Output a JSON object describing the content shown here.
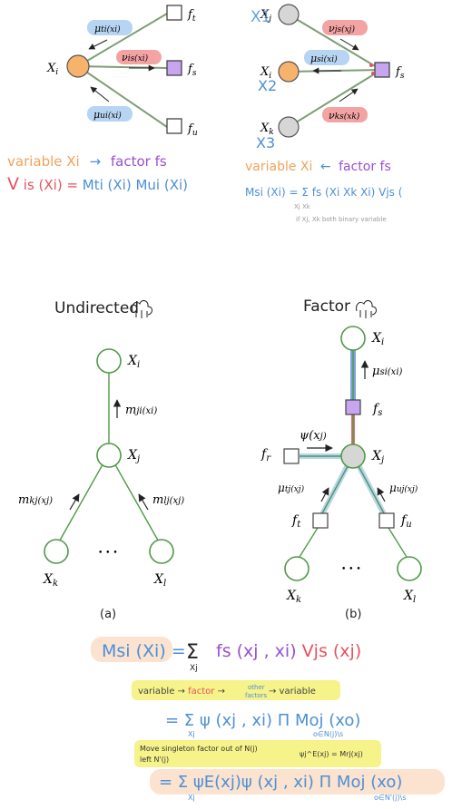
{
  "colors": {
    "orange": "#f7b26b",
    "purple": "#c7a6ef",
    "gray_node": "#d6d6d6",
    "green_edge": "#7e9e74",
    "green_node": "#4f9a47",
    "blue_pill": "#b7d4f2",
    "red_pill": "#f4a3a3",
    "hl_orange": "#fbe3cf",
    "hl_yellow": "#f6f38a",
    "ink_orange": "#f0a35a",
    "ink_red": "#e5525f",
    "ink_purple": "#9a4fd0",
    "ink_blue": "#4d8fd6",
    "ink_gray": "#9a9a9a"
  },
  "top_left": {
    "node_xi": "X",
    "node_xi_sub": "i",
    "ft": "f",
    "ft_sub": "t",
    "fs": "f",
    "fs_sub": "s",
    "fu": "f",
    "fu_sub": "u",
    "msg_ti": "μ",
    "msg_ti_arg": "ti(xi)",
    "msg_is": "ν",
    "msg_is_arg": "is(xi)",
    "msg_ui": "μ",
    "msg_ui_arg": "ui(xi)",
    "note_line1_a": "variable Xi",
    "note_line1_arrow": "→",
    "note_line1_b": "factor fs",
    "note_line2_a": "V",
    "note_line2_b": "is (Xi) = ",
    "note_line2_c": "Mti (Xi) Mui (Xi)"
  },
  "top_right": {
    "xj_label": "X",
    "xj_sub": "j",
    "xi_label": "X",
    "xi_sub": "i",
    "xk_label": "X",
    "xk_sub": "k",
    "fs": "f",
    "fs_sub": "s",
    "msg_js": "ν",
    "msg_js_arg": "js(xj)",
    "msg_si": "μ",
    "msg_si_arg": "si(xi)",
    "msg_ks": "ν",
    "msg_ks_arg": "ks(xk)",
    "hand_x1": "X1",
    "hand_x2": "X2",
    "hand_x3": "X3",
    "note_line1_a": "variable Xi",
    "note_line1_arrow": "←",
    "note_line1_b": "factor fs",
    "note_line2": "Msi (Xi) = Σ fs (Xi Xk Xi) Vjs (",
    "note_line2_under": "Xj Xk",
    "note_line3": "if Xj, Xk both binary variable"
  },
  "panel_a": {
    "heading": "Undirected",
    "xi": "X",
    "xi_sub": "i",
    "xj": "X",
    "xj_sub": "j",
    "xk": "X",
    "xk_sub": "k",
    "xl": "X",
    "xl_sub": "l",
    "m_ji": "m",
    "m_ji_arg": "ji(xi)",
    "m_kj": "m",
    "m_kj_arg": "kj(xj)",
    "m_lj": "m",
    "m_lj_arg": "lj(xj)",
    "dots": "• • •",
    "caption": "(a)"
  },
  "panel_b": {
    "heading": "Factor",
    "xi": "X",
    "xi_sub": "i",
    "fs": "f",
    "fs_sub": "s",
    "xj": "X",
    "xj_sub": "j",
    "fr": "f",
    "fr_sub": "r",
    "ft": "f",
    "ft_sub": "t",
    "fu": "f",
    "fu_sub": "u",
    "xk": "X",
    "xk_sub": "k",
    "xl": "X",
    "xl_sub": "l",
    "mu_si": "μ",
    "mu_si_arg": "si(xi)",
    "psi": "ψ(x",
    "psi_arg": "j)",
    "mu_tj": "μ",
    "mu_tj_arg": "tj(xj)",
    "mu_uj": "μ",
    "mu_uj_arg": "uj(xj)",
    "dots": "• • •",
    "caption": "(b)"
  },
  "derivation": {
    "eq1_lhs": "Msi (Xi) = ",
    "eq1_sum": "Σ",
    "eq1_sum_under": "Xj",
    "eq1_rhs_a": "fs (xj , xi) ",
    "eq1_rhs_b": "Vjs (xj)",
    "hl1_a": "variable → ",
    "hl1_b": "factor",
    "hl1_c": " → ",
    "hl1_other_1": "other",
    "hl1_other_2": "factors",
    "hl1_d": " → variable",
    "eq2": "= Σ ψ (xj , xi) Π Moj (xo)",
    "eq2_under_sum": "Xj",
    "eq2_under_prod": "o∈N(j)\\s",
    "hl2_line1": "Move singleton factor out of N(j)",
    "hl2_line1_b": "ψj^E(xj) = Mrj(xj)",
    "hl2_line2": "left N'(j)",
    "eq3": "= Σ ψE(xj)ψ (xj , xi) Π Moj (xo)",
    "eq3_under_sum": "Xj",
    "eq3_under_prod": "o∈N'(j)\\s"
  }
}
